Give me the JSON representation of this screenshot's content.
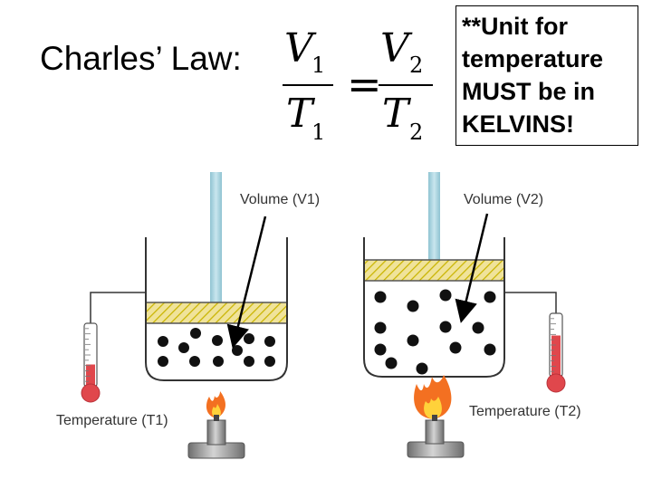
{
  "title": "Charles’ Law:",
  "formula": {
    "v_symbol": "V",
    "t_symbol": "T",
    "sub_left": "1",
    "sub_right": "2",
    "equals": "="
  },
  "note": "**Unit for\ntemperature\nMUST be in\nKELVINS!",
  "left_apparatus": {
    "volume_label": "Volume (V1)",
    "temperature_label": "Temperature (T1)",
    "thermometer_level": 0.35
  },
  "right_apparatus": {
    "volume_label": "Volume (V2)",
    "temperature_label": "Temperature (T2)",
    "thermometer_level": 0.65
  },
  "colors": {
    "piston_rod": "#a9d4e0",
    "piston_fill": "#f0e39a",
    "piston_hatch": "#c9b400",
    "thermometer_red": "#e0474c",
    "flame_outer": "#f37021",
    "flame_inner": "#ffd23a",
    "burner_body": "#9a9a9a",
    "molecule": "#111111"
  }
}
